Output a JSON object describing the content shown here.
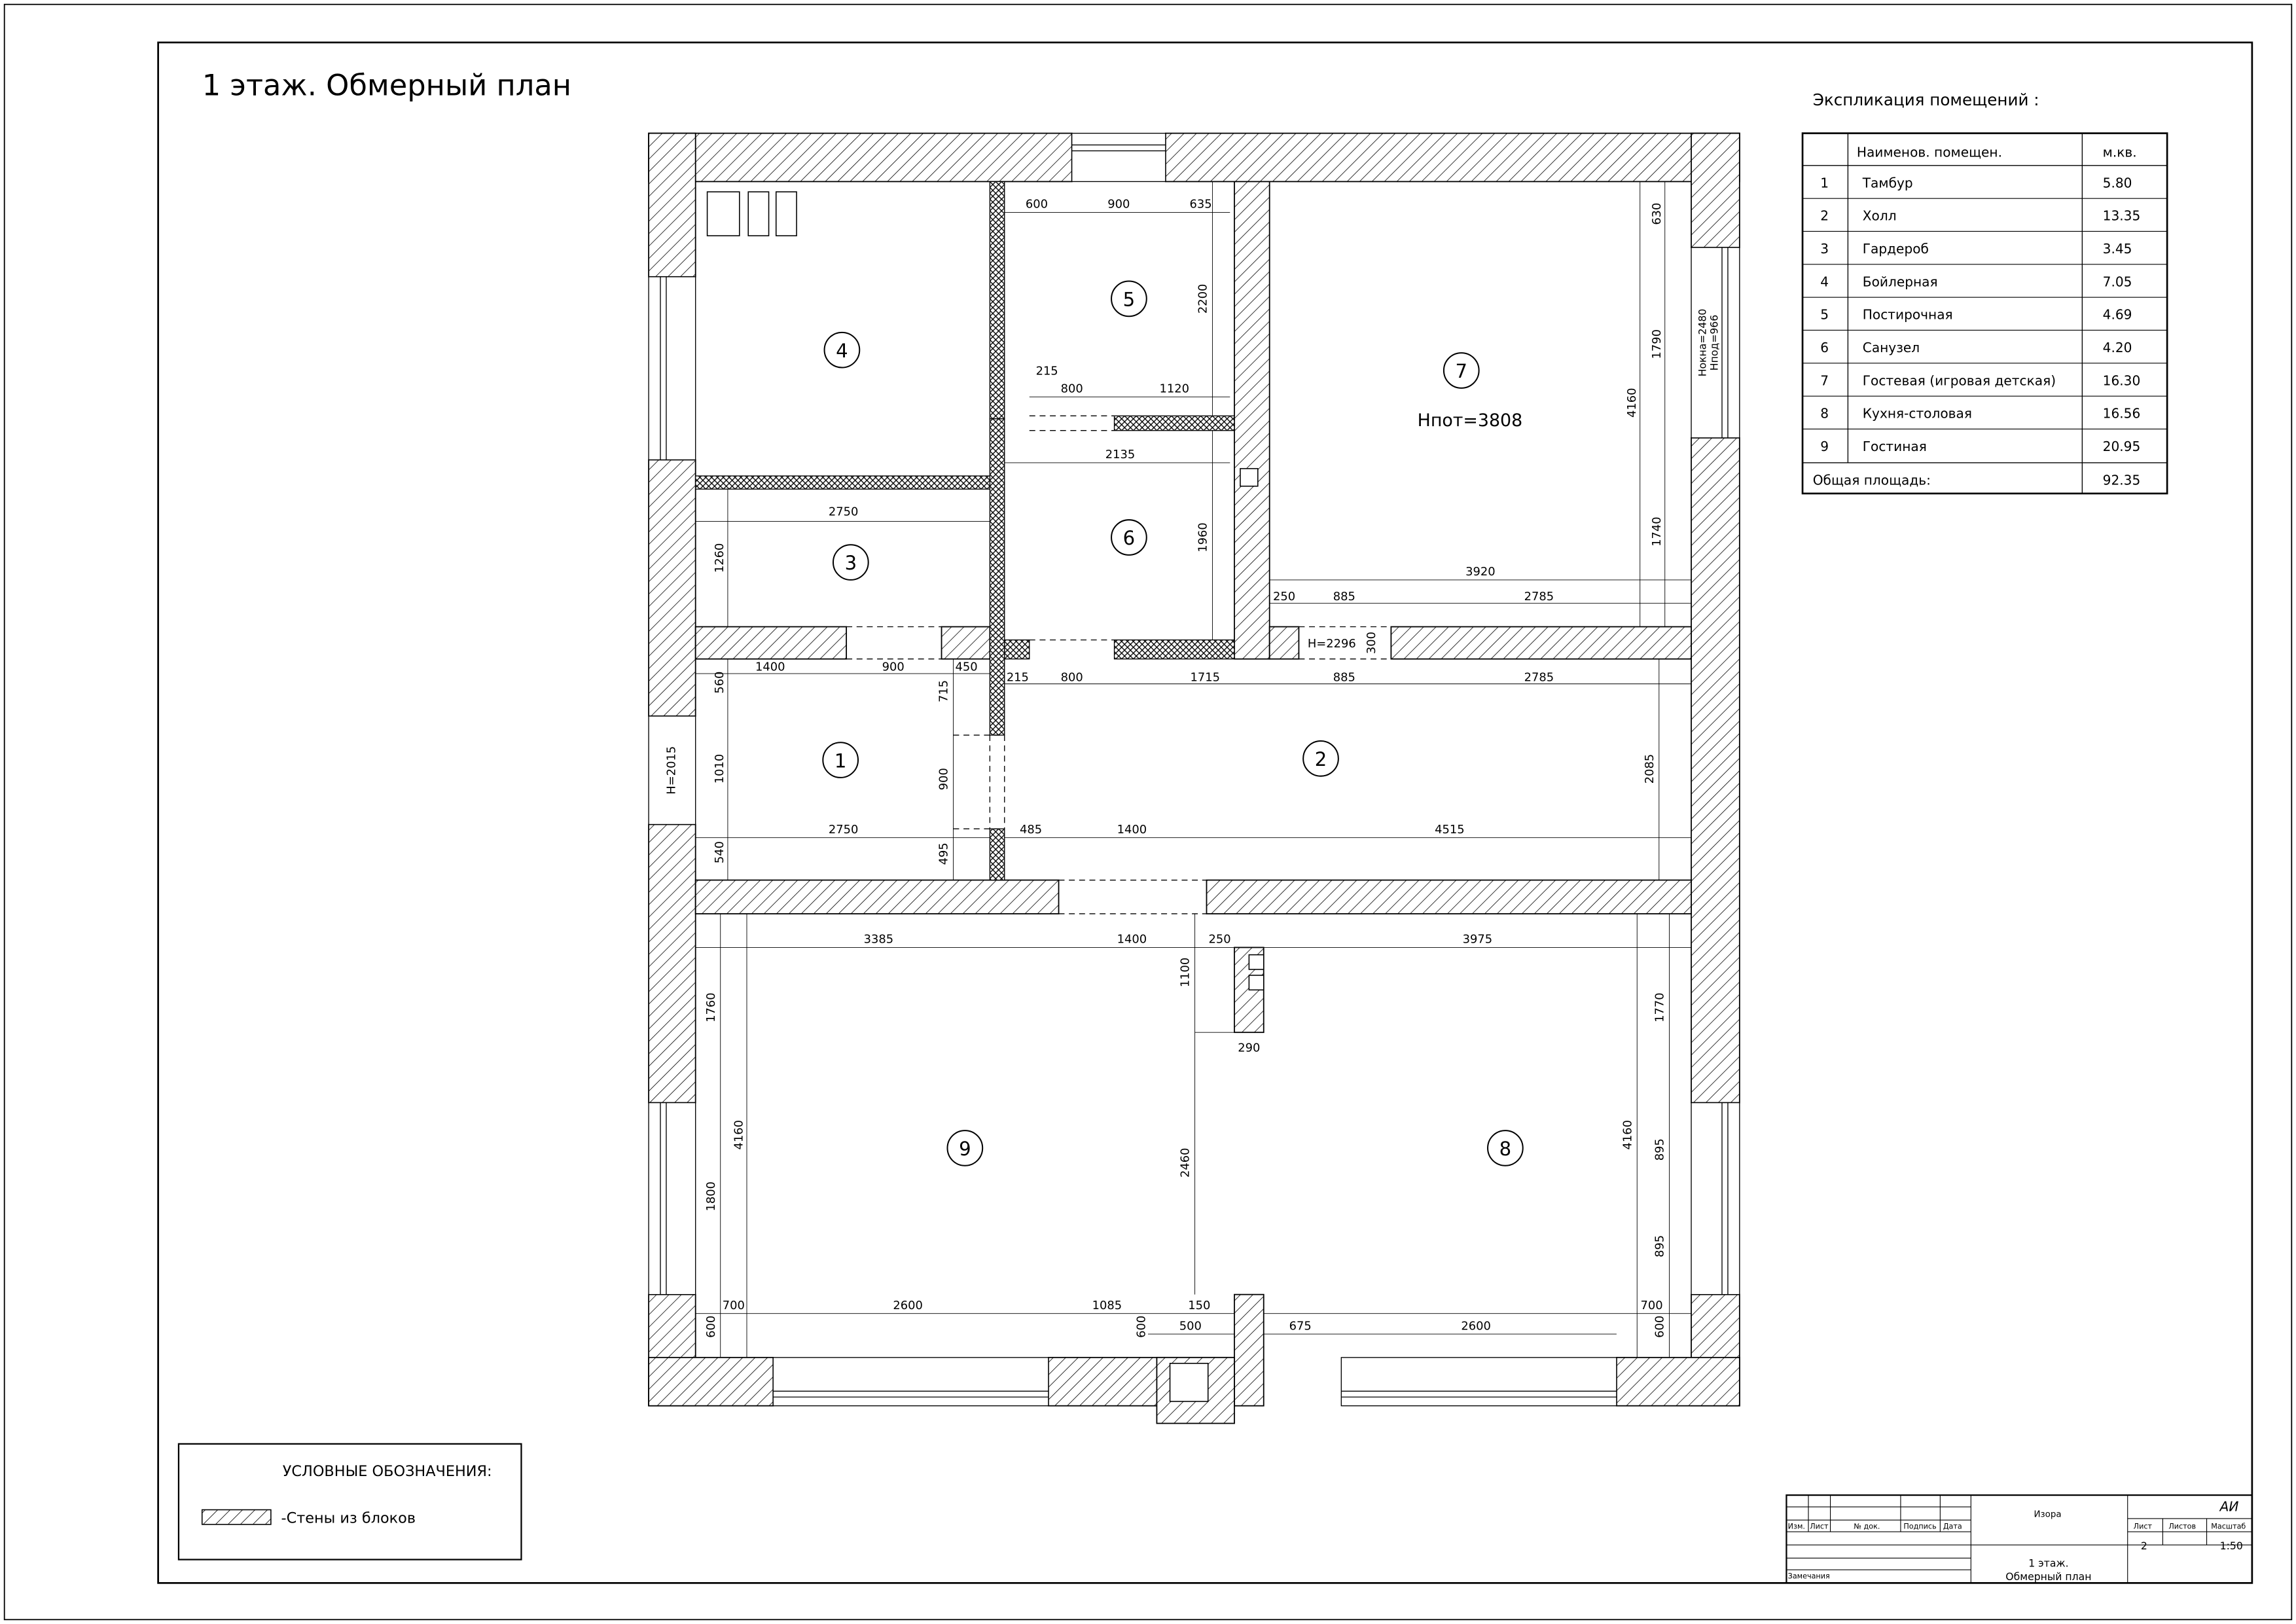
{
  "title": "1 этаж. Обмерный план",
  "explication": {
    "title": "Экспликация помещений :",
    "col_name": "Наименов. помещен.",
    "col_area": "м.кв.",
    "rows": [
      {
        "num": "1",
        "name": "Тамбур",
        "area": "5.80"
      },
      {
        "num": "2",
        "name": "Холл",
        "area": "13.35"
      },
      {
        "num": "3",
        "name": "Гардероб",
        "area": "3.45"
      },
      {
        "num": "4",
        "name": "Бойлерная",
        "area": "7.05"
      },
      {
        "num": "5",
        "name": "Постирочная",
        "area": "4.69"
      },
      {
        "num": "6",
        "name": "Санузел",
        "area": "4.20"
      },
      {
        "num": "7",
        "name": "Гостевая (игровая детская)",
        "area": "16.30"
      },
      {
        "num": "8",
        "name": "Кухня-столовая",
        "area": "16.56"
      },
      {
        "num": "9",
        "name": "Гостиная",
        "area": "20.95"
      }
    ],
    "total_label": "Общая площадь:",
    "total_value": "92.35"
  },
  "legend": {
    "title": "УСЛОВНЫЕ ОБОЗНАЧЕНИЯ:",
    "item": "-Стены из блоков"
  },
  "plan": {
    "room_labels": [
      "1",
      "2",
      "3",
      "4",
      "5",
      "6",
      "7",
      "8",
      "9"
    ],
    "room7_height": "Hпот=3808",
    "hall_opening": "H=2296",
    "entry_opening": "H=2015",
    "window_note_1": "Hокна=2480",
    "window_note_2": "Hпод=966",
    "dims": [
      "600",
      "900",
      "635",
      "2200",
      "215",
      "800",
      "1120",
      "2135",
      "1960",
      "630",
      "1790",
      "4160",
      "1740",
      "3920",
      "250",
      "885",
      "2785",
      "300",
      "2750",
      "1260",
      "1400",
      "900",
      "450",
      "715",
      "215",
      "800",
      "1715",
      "885",
      "2785",
      "560",
      "1010",
      "900",
      "2085",
      "2750",
      "540",
      "495",
      "485",
      "1400",
      "4515",
      "3385",
      "1400",
      "250",
      "3975",
      "1100",
      "290",
      "1760",
      "4160",
      "1800",
      "2460",
      "1770",
      "4160",
      "895",
      "895",
      "700",
      "2600",
      "1085",
      "150",
      "600",
      "500",
      "675",
      "2600",
      "700",
      "600",
      "600"
    ]
  },
  "stamp": {
    "row_labels": [
      "Изм.",
      "Лист",
      "№ док.",
      "Подпись",
      "Дата"
    ],
    "changes": "Замечания",
    "author": "Изора",
    "company": "АИ",
    "sheet_label": "Лист",
    "sheets_label": "Листов",
    "scale_label": "Масштаб",
    "sheet": "2",
    "scale": "1:50",
    "drawing_title_1": "1 этаж.",
    "drawing_title_2": "Обмерный план"
  }
}
